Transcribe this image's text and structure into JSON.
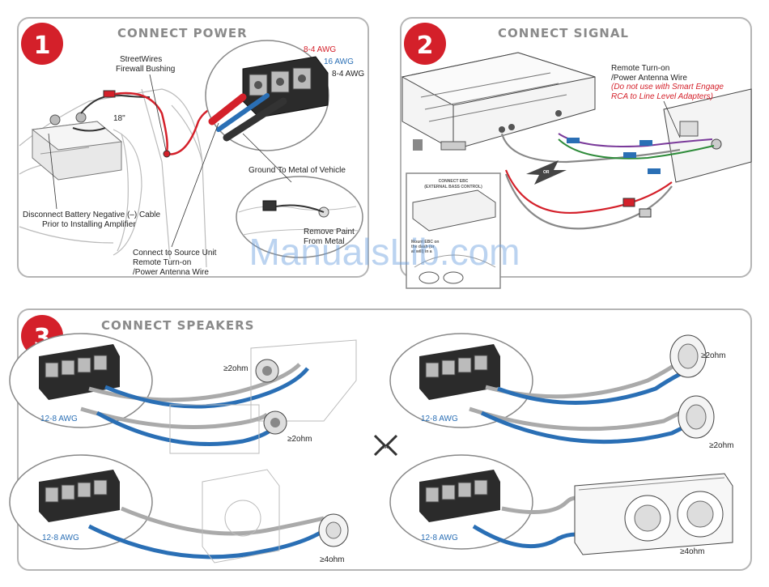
{
  "panel1": {
    "number": "1",
    "title": "CONNECT POWER",
    "labels": {
      "firewall_line1": "StreetWires",
      "firewall_line2": "Firewall Bushing",
      "fuse_distance": "18\"",
      "awg_red": "8-4 AWG",
      "awg_blue": "16 AWG",
      "awg_black": "8-4 AWG",
      "ground": "Ground To Metal of Vehicle",
      "remove_paint_line1": "Remove Paint",
      "remove_paint_line2": "From Metal",
      "disconnect_line1": "Disconnect Battery Negative (–) Cable",
      "disconnect_line2": "Prior to Installing Amplifier",
      "source_line1": "Connect to Source Unit",
      "source_line2": "Remote Turn-on",
      "source_line3": "/Power Antenna Wire"
    }
  },
  "panel2": {
    "number": "2",
    "title": "CONNECT SIGNAL",
    "labels": {
      "remote_line1": "Remote Turn-on",
      "remote_line2": "/Power Antenna Wire",
      "note_line1": "(Do not use with Smart Engage",
      "note_line2": "RCA to Line Level Adapters)",
      "ebc_line1": "CONNECT EBC",
      "ebc_line2": "(EXTERNAL BASS CONTROL)",
      "ebc_mount1": "Mount EBC on",
      "ebc_mount2": "the dash (or",
      "ebc_mount3": "at will) in a",
      "or": "OR"
    }
  },
  "panel3": {
    "number": "3",
    "title": "CONNECT SPEAKERS",
    "or": "OR",
    "diagrams": [
      {
        "awg": "12-8 AWG",
        "ohm_top": "≥2ohm",
        "ohm_bottom": "≥2ohm"
      },
      {
        "awg": "12-8 AWG",
        "ohm_top": "≥2ohm",
        "ohm_bottom": "≥2ohm"
      },
      {
        "awg": "12-8 AWG",
        "ohm": "≥4ohm"
      },
      {
        "awg": "12-8 AWG",
        "ohm": "≥4ohm"
      }
    ]
  },
  "watermark": "ManualsLib.com",
  "colors": {
    "accent_red": "#d4202a",
    "power_blue": "#2a6fb5",
    "panel_border": "#b5b5b5",
    "header_gray": "#8a8a8a"
  }
}
